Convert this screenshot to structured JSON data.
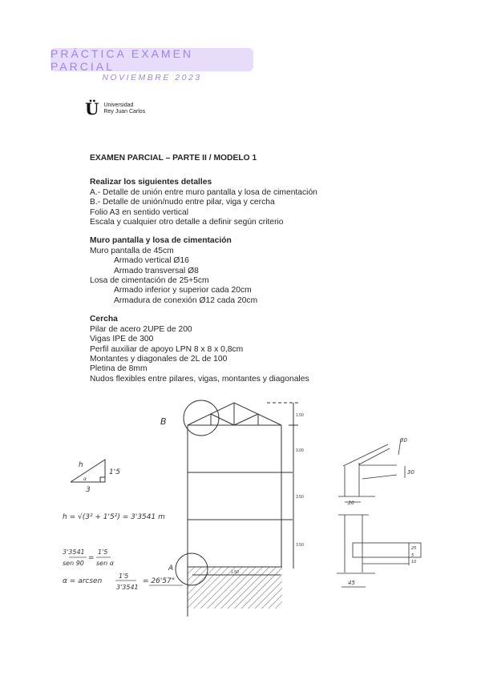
{
  "header": {
    "title": "PRÁCTICA EXAMEN PARCIAL",
    "subtitle": "NOVIEMBRE 2023"
  },
  "logo": {
    "mark": "Ü",
    "line1": "Universidad",
    "line2": "Rey Juan Carlos"
  },
  "exam": {
    "title": "EXAMEN PARCIAL – PARTE II / MODELO 1",
    "sections": [
      {
        "heading": "Realizar los siguientes detalles",
        "lines": [
          {
            "text": "A.- Detalle de unión entre muro pantalla y losa de cimentación",
            "indent": false
          },
          {
            "text": "B.- Detalle de unión/nudo entre pilar, viga y cercha",
            "indent": false
          },
          {
            "text": "Folio A3 en sentido vertical",
            "indent": false
          },
          {
            "text": "Escala y cualquier otro detalle a definir según criterio",
            "indent": false
          }
        ]
      },
      {
        "heading": "Muro pantalla y losa de cimentación",
        "lines": [
          {
            "text": "Muro pantalla de 45cm",
            "indent": false
          },
          {
            "text": "Armado vertical Ø16",
            "indent": true
          },
          {
            "text": "Armado transversal Ø8",
            "indent": true
          },
          {
            "text": "Losa de cimentación de 25+5cm",
            "indent": false
          },
          {
            "text": "Armado inferior y superior cada 20cm",
            "indent": true
          },
          {
            "text": "Armadura de conexión Ø12 cada 20cm",
            "indent": true
          }
        ]
      },
      {
        "heading": "Cercha",
        "lines": [
          {
            "text": "Pilar de acero 2UPE de 200",
            "indent": false
          },
          {
            "text": "Vigas IPE de 300",
            "indent": false
          },
          {
            "text": "Perfil auxiliar de apoyo LPN 8 x 8 x 0,8cm",
            "indent": false
          },
          {
            "text": "Montantes y diagonales de 2L de 100",
            "indent": false
          },
          {
            "text": "Pletina de 8mm",
            "indent": false
          },
          {
            "text": "Nudos flexibles entre pilares, vigas, montantes y diagonales",
            "indent": false
          }
        ]
      }
    ]
  },
  "sketch": {
    "label_b": "B",
    "label_a": "A",
    "dims": [
      "1.50",
      "3.00",
      "3.50",
      "3.50"
    ],
    "bottom_dim": "1.50",
    "triangle": {
      "hyp": "h",
      "side": "1'5",
      "base": "3",
      "angle": "α"
    },
    "formula1": "h = √(3² + 1'5²) = 3'3541 m",
    "formula2_num": "3'3541",
    "formula2_den": "sen 90",
    "formula2_rnum": "1'5",
    "formula2_rden": "sen α",
    "formula3_lhs": "α = arcsen",
    "formula3_num": "1'5",
    "formula3_den": "3'3541",
    "formula3_result": "= 26'57°",
    "detail_dims": {
      "top_angle": "30",
      "beam": "30",
      "pillar": "20",
      "slab1": "25",
      "slab2": "5",
      "slab3": "10",
      "wall": "45"
    }
  }
}
